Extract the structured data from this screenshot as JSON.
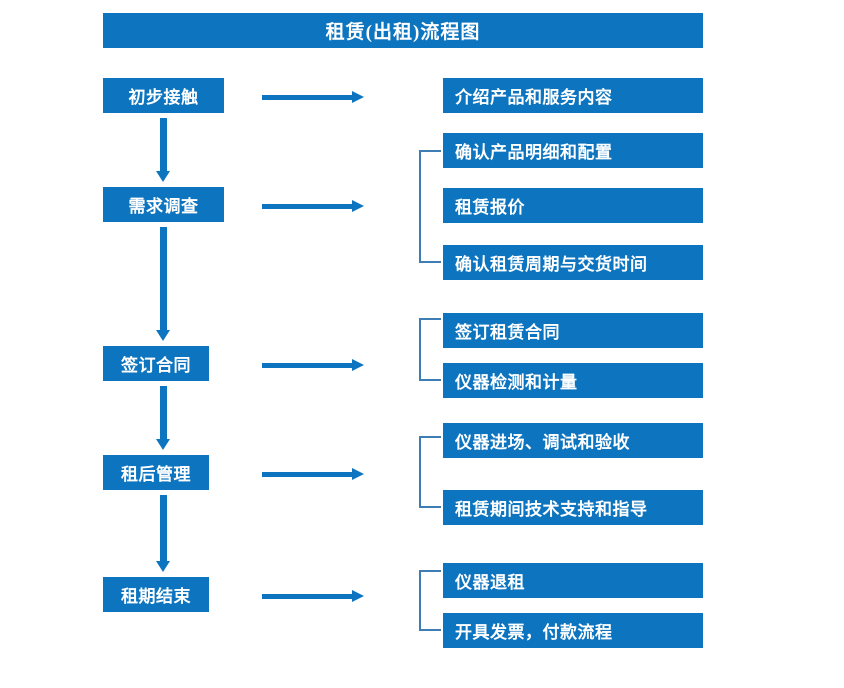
{
  "diagram": {
    "title": "租赁(出租)流程图",
    "accent_color": "#0D74BF",
    "bracket_color": "#3E7EB5",
    "background_color": "#FFFFFF",
    "stages": [
      {
        "id": "stage-1",
        "label": "初步接触"
      },
      {
        "id": "stage-2",
        "label": "需求调查"
      },
      {
        "id": "stage-3",
        "label": "签订合同"
      },
      {
        "id": "stage-4",
        "label": "租后管理"
      },
      {
        "id": "stage-5",
        "label": "租期结束"
      }
    ],
    "details": [
      {
        "group": 1,
        "items": [
          "介绍产品和服务内容"
        ]
      },
      {
        "group": 2,
        "items": [
          "确认产品明细和配置",
          "租赁报价",
          "确认租赁周期与交货时间"
        ]
      },
      {
        "group": 3,
        "items": [
          "签订租赁合同",
          "仪器检测和计量"
        ]
      },
      {
        "group": 4,
        "items": [
          "仪器进场、调试和验收",
          "租赁期间技术支持和指导"
        ]
      },
      {
        "group": 5,
        "items": [
          "仪器退租",
          "开具发票，付款流程"
        ]
      }
    ],
    "detail_flat": [
      "介绍产品和服务内容",
      "确认产品明细和配置",
      "租赁报价",
      "确认租赁周期与交货时间",
      "签订租赁合同",
      "仪器检测和计量",
      "仪器进场、调试和验收",
      "租赁期间技术支持和指导",
      "仪器退租",
      "开具发票，付款流程"
    ]
  },
  "chart_data": {
    "type": "diagram",
    "title": "租赁(出租)流程图",
    "nodes": [
      {
        "stage": "初步接触",
        "outputs": [
          "介绍产品和服务内容"
        ]
      },
      {
        "stage": "需求调查",
        "outputs": [
          "确认产品明细和配置",
          "租赁报价",
          "确认租赁周期与交货时间"
        ]
      },
      {
        "stage": "签订合同",
        "outputs": [
          "签订租赁合同",
          "仪器检测和计量"
        ]
      },
      {
        "stage": "租后管理",
        "outputs": [
          "仪器进场、调试和验收",
          "租赁期间技术支持和指导"
        ]
      },
      {
        "stage": "租期结束",
        "outputs": [
          "仪器退租",
          "开具发票，付款流程"
        ]
      }
    ],
    "flow": [
      "初步接触",
      "需求调查",
      "签订合同",
      "租后管理",
      "租期结束"
    ]
  }
}
